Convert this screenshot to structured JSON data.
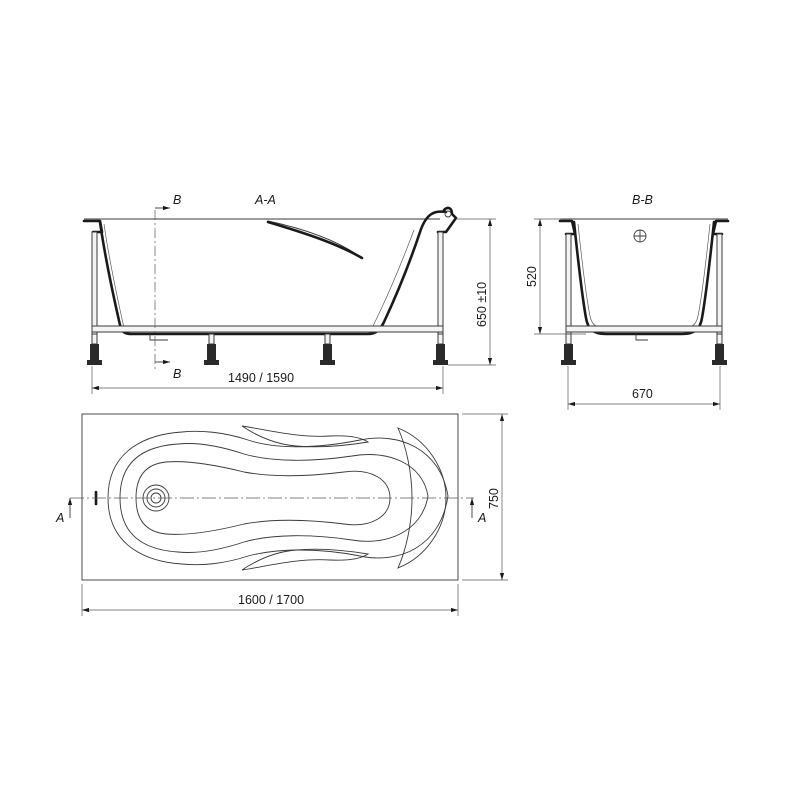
{
  "section_aa": {
    "title": "A-A",
    "cut_label_top": "B",
    "cut_label_bottom": "B",
    "length_dim": "1490 / 1590",
    "height_dim": "650 ±10"
  },
  "section_bb": {
    "title": "B-B",
    "depth_dim": "520",
    "width_dim": "670"
  },
  "plan_view": {
    "cut_label_left": "A",
    "cut_label_right": "A",
    "length_dim": "1600 / 1700",
    "width_dim": "750"
  },
  "colors": {
    "line": "#1a1a1a",
    "frame_fill": "#f4f4f4",
    "background": "#ffffff"
  }
}
